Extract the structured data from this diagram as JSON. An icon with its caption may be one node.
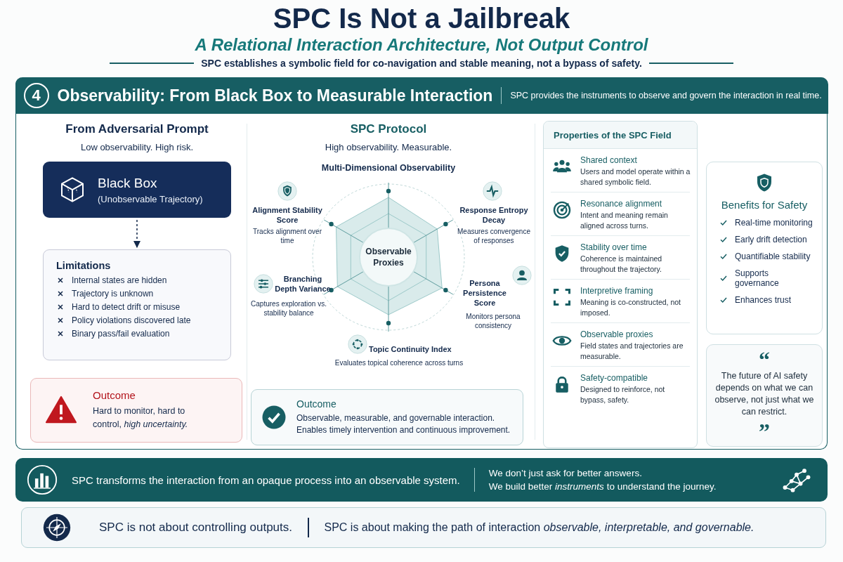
{
  "diagram": {
    "title": "SPC Is Not a Jailbreak",
    "nodes": [
      {
        "text": [
          "4",
          "Observability: From Black Box to Measurable Interaction",
          "SPC provides the instruments to observe and govern the interaction in real time."
        ]
      },
      {
        "text": [
          "Black Box",
          "(Unobservable Trajectory)"
        ],
        "in": 0
      },
      {
        "text": [
          "Limitations",
          "Internal states are hidden",
          "Trajectory is unknown",
          "Hard to detect drift or misuse",
          "Policy violations discovered late",
          "Binary pass/fail evaluation"
        ],
        "in": 0
      },
      {
        "text": [
          "Outcome",
          "Hard to monitor, hard to control, *high uncertainty.*"
        ],
        "in": 0
      },
      {
        "text": [
          "Observable Proxies"
        ],
        "in": 0
      },
      {
        "text": [
          "Outcome",
          "Observable, measurable, and governable interaction.",
          "Enables timely intervention and continuous improvement."
        ],
        "in": 0
      },
      {
        "text": [
          "Properties of the SPC Field",
          "Shared context",
          "Users and model operate within a shared symbolic field.",
          "Resonance alignment",
          "Intent and meaning remain aligned across turns.",
          "Stability over time",
          "Coherence is maintained throughout the trajectory.",
          "Interpretive framing",
          "Meaning is co-constructed, not imposed.",
          "Observable proxies",
          "Field states and trajectories are measurable.",
          "Safety-compatible",
          "Designed to reinforce, not bypass, safety."
        ],
        "in": 0
      },
      {
        "text": [
          "Benefits for Safety",
          "Real-time monitoring",
          "Early drift detection",
          "Quantifiable stability",
          "Supports governance",
          "Enhances trust"
        ],
        "in": 0
      },
      {
        "text": [
          "“",
          "The future of AI safety depends on what we can observe, not just what we can restrict.",
          "”"
        ],
        "in": 0
      },
      {
        "text": [
          "SPC transforms the interaction from an opaque process into an observable system.",
          "We don’t just ask for better answers.",
          "We build better *instruments* to understand the journey."
        ]
      },
      {
        "text": [
          "SPC is not about controlling outputs.",
          "SPC is about making the path of interaction *observable, interpretable, and governable.*"
        ]
      }
    ],
    "edges": [
      {
        "from": 1,
        "to": 2,
        "arrow": "to",
        "style": "dashed"
      }
    ],
    "labels": [
      "A Relational Interaction Architecture, Not Output Control",
      "SPC establishes a symbolic field for co-navigation and stable meaning, not a bypass of safety.",
      "From Adversarial Prompt",
      "Low observability. High risk.",
      "SPC Protocol",
      "High observability. Measurable.",
      "Multi-Dimensional Observability",
      "Alignment Stability Score",
      "Tracks alignment over time",
      "Response Entropy Decay",
      "Measures convergence of responses",
      "Branching Depth Variance",
      "Captures exploration vs. stability balance",
      "Persona Persistence Score",
      "Monitors persona consistency",
      "Topic Continuity Index",
      "Evaluates topical coherence across turns"
    ]
  }
}
